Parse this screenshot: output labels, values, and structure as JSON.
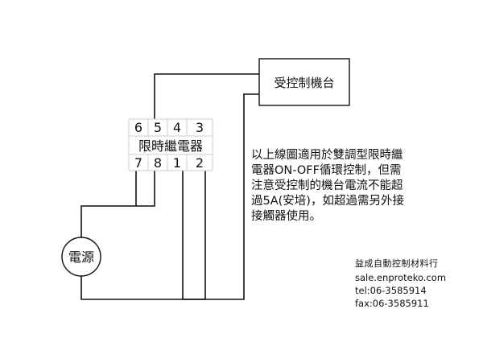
{
  "relay": {
    "top_terminals": [
      "6",
      "5",
      "4",
      "3"
    ],
    "label": "限時繼電器",
    "bottom_terminals": [
      "7",
      "8",
      "1",
      "2"
    ]
  },
  "machine": {
    "label": "受控制機台"
  },
  "power": {
    "label": "電源"
  },
  "note": {
    "lines": [
      "以上線圖適用於雙調型限時繼",
      "電器ON-OFF循環控制，但需",
      "注意受控制的機台電流不能超",
      "過5A(安培)，如超過需另外接",
      "接觸器使用。"
    ]
  },
  "company": {
    "name": "益成自動控制材料行",
    "email": "sale.enproteko.com",
    "tel": "tel:06-3585914",
    "fax": "fax:06-3585911"
  }
}
